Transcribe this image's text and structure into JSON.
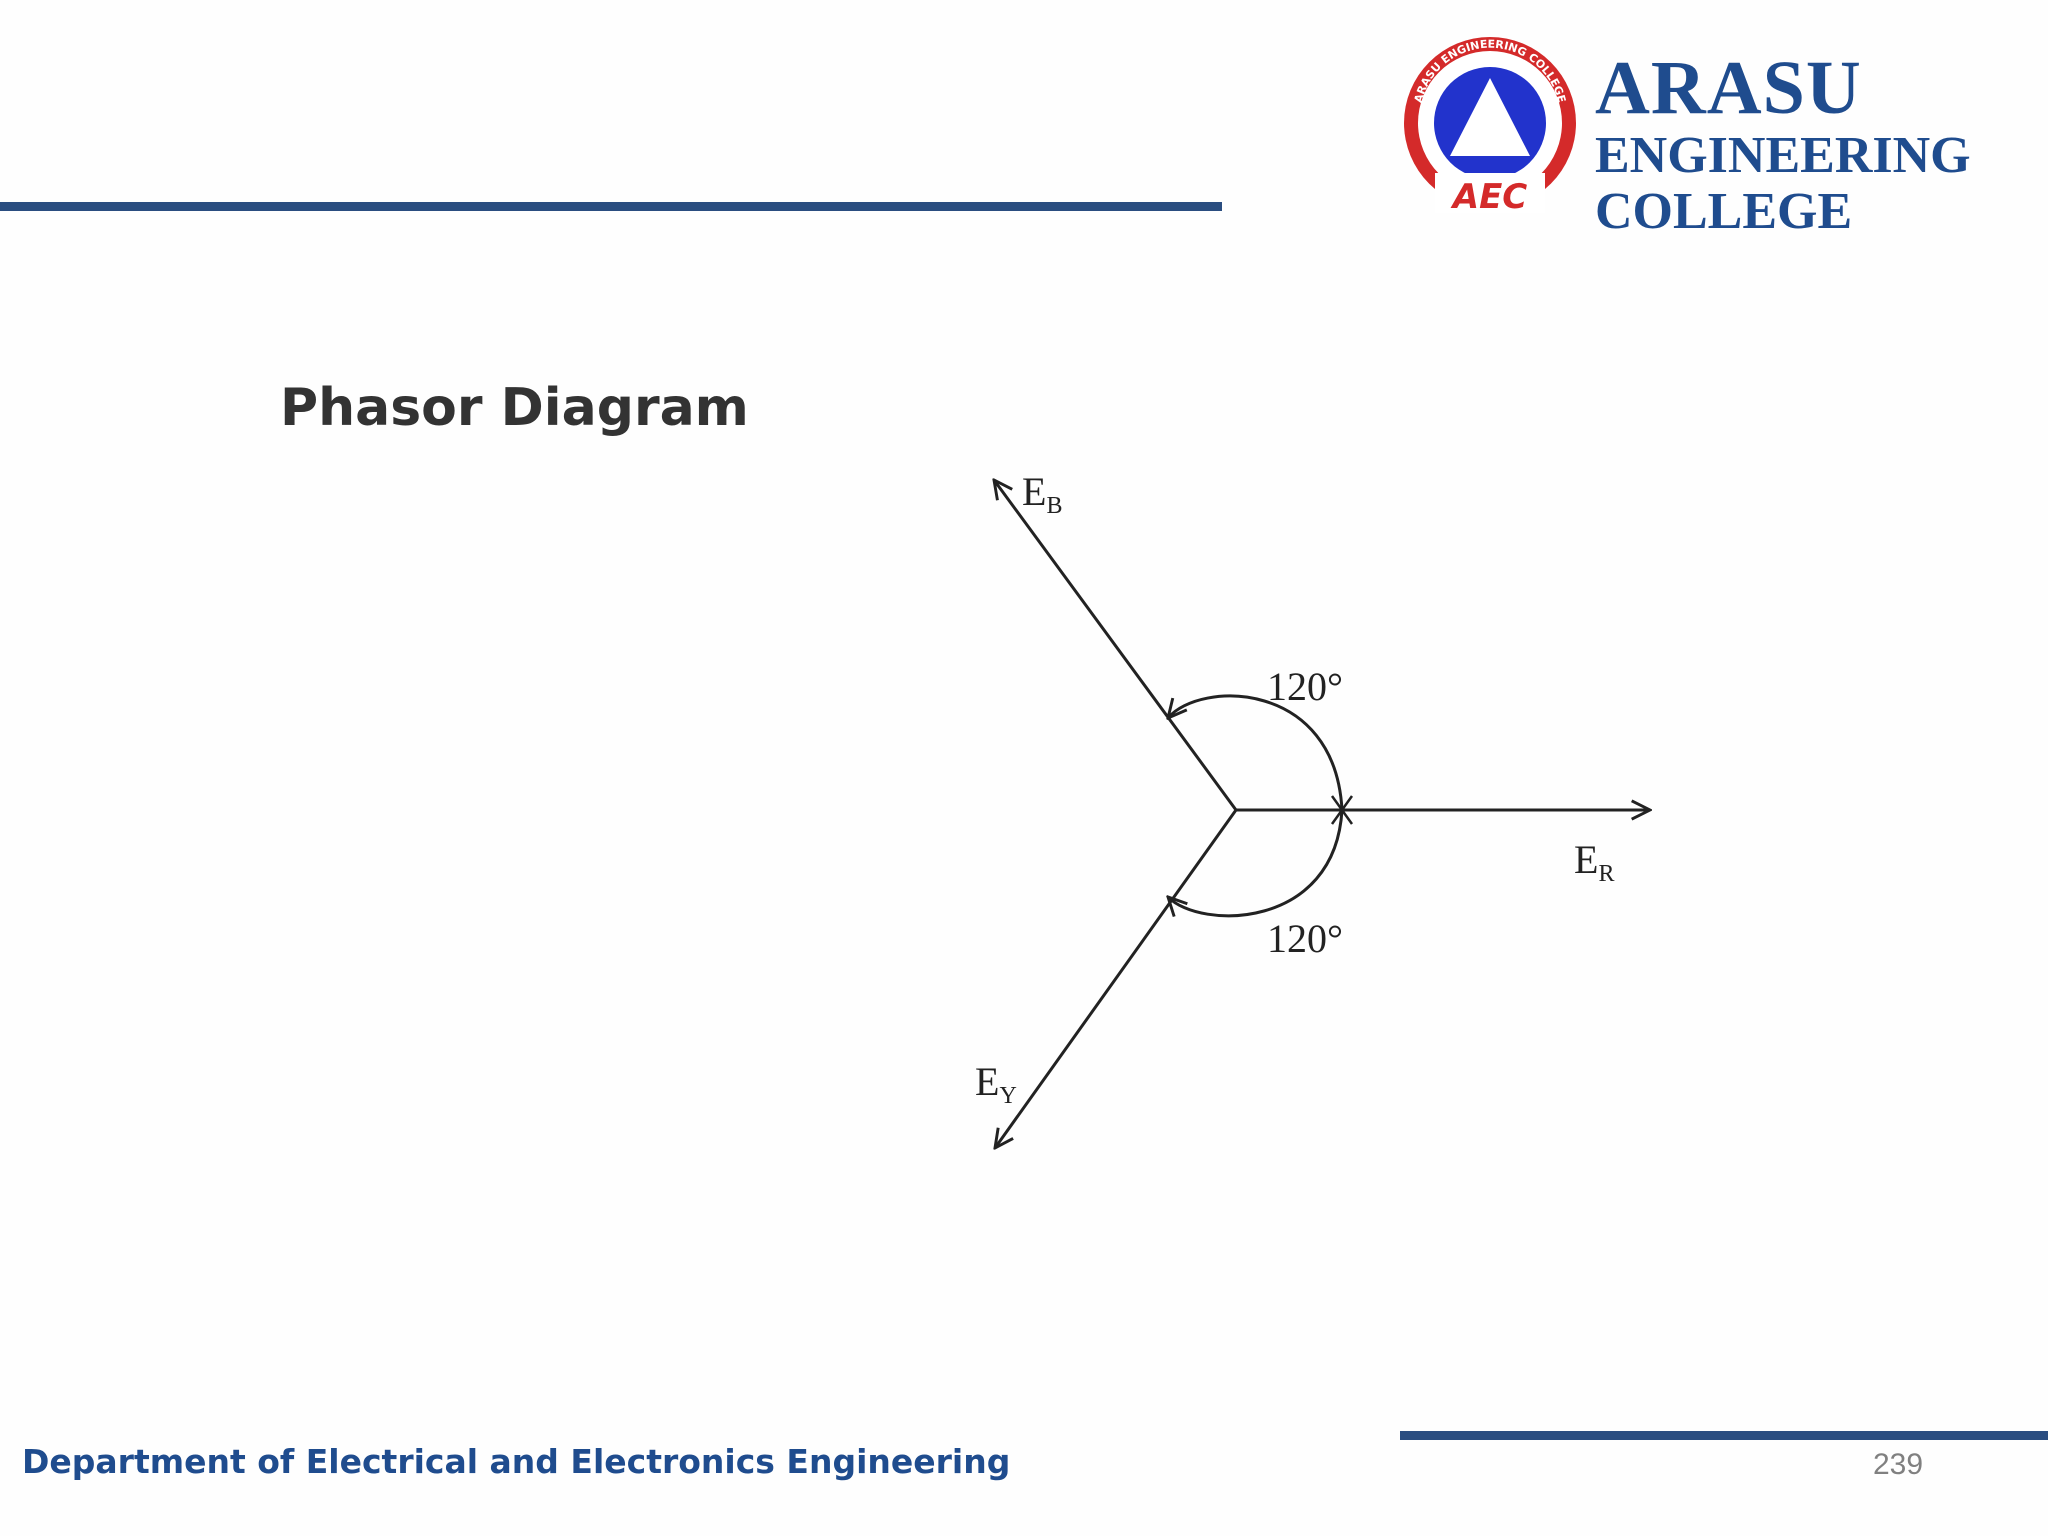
{
  "header": {
    "logo": {
      "seal_text": "ARASU ENGINEERING COLLEGE",
      "seal_abbr": "AEC",
      "name_line1": "ARASU",
      "name_line2": "ENGINEERING",
      "name_line3": "COLLEGE"
    }
  },
  "diagram": {
    "title": "Phasor Diagram",
    "phasors": [
      {
        "main": "E",
        "sub": "B"
      },
      {
        "main": "E",
        "sub": "R"
      },
      {
        "main": "E",
        "sub": "Y"
      }
    ],
    "angles": [
      "120°",
      "120°"
    ]
  },
  "footer": {
    "department": "Department of Electrical and Electronics Engineering",
    "page_number": "239"
  },
  "colors": {
    "brand_blue": "#1f4c8e",
    "rule_blue": "#2a4d80",
    "seal_red": "#d42a2a",
    "seal_blue": "#2233cc"
  }
}
